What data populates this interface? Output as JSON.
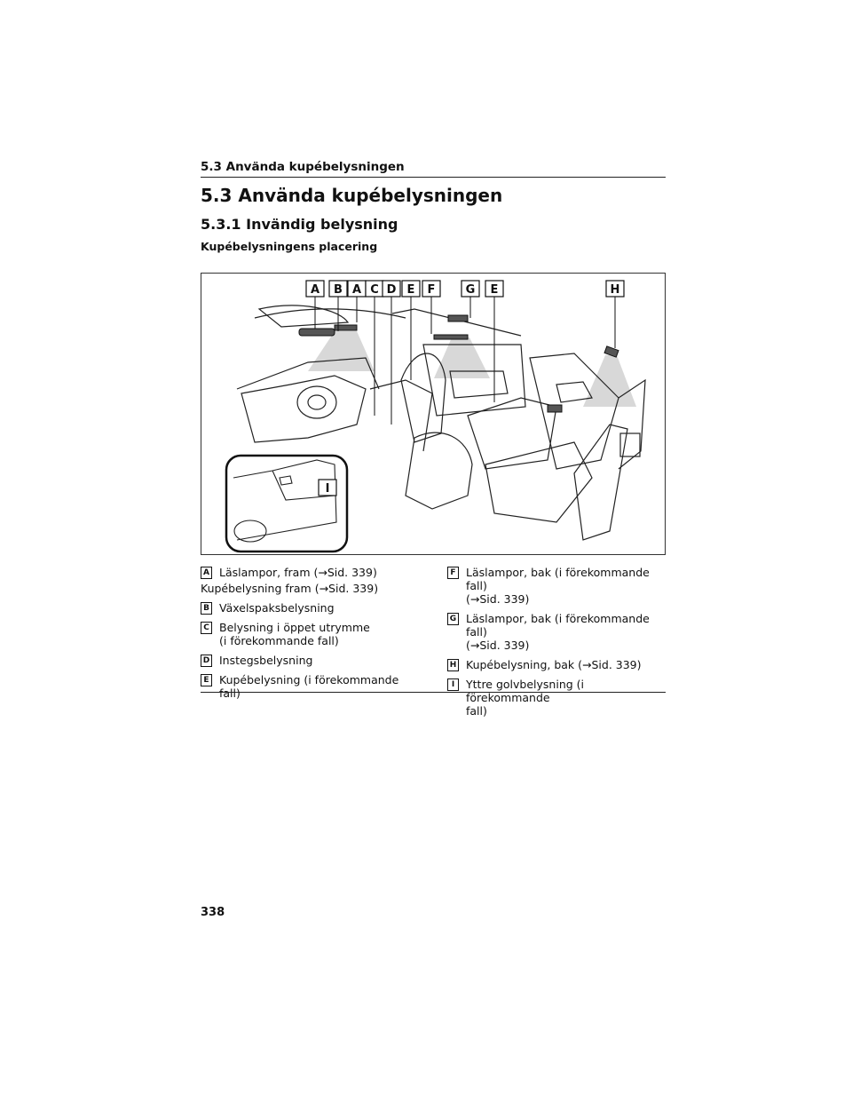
{
  "header": {
    "running_title": "5.3 Använda kupébelysningen"
  },
  "section": {
    "title": "5.3 Använda kupébelysningen",
    "subsection": "5.3.1 Invändig belysning",
    "caption": "Kupébelysningens placering"
  },
  "figure": {
    "callouts": [
      "A",
      "B",
      "A",
      "C",
      "D",
      "E",
      "F",
      "G",
      "E",
      "H"
    ],
    "inset_callout": "I"
  },
  "legend_left": [
    {
      "key": "A",
      "text": "Läslampor, fram (→Sid. 339)"
    },
    {
      "key": "",
      "text": "Kupébelysning fram (→Sid. 339)"
    },
    {
      "key": "B",
      "text": "Växelspaksbelysning"
    },
    {
      "key": "C",
      "text": "Belysning i öppet utrymme",
      "text2": "(i förekommande fall)"
    },
    {
      "key": "D",
      "text": "Instegsbelysning"
    },
    {
      "key": "E",
      "text": "Kupébelysning (i förekommande fall)"
    }
  ],
  "legend_right": [
    {
      "key": "F",
      "text": "Läslampor, bak (i förekommande fall)",
      "text2": "(→Sid. 339)"
    },
    {
      "key": "G",
      "text": "Läslampor, bak (i förekommande fall)",
      "text2": "(→Sid. 339)"
    },
    {
      "key": "H",
      "text": "Kupébelysning, bak (→Sid. 339)"
    },
    {
      "key": "I",
      "text": "Yttre golvbelysning (i förekommande",
      "text2": "fall)"
    }
  ],
  "footer": {
    "page_number": "338"
  }
}
